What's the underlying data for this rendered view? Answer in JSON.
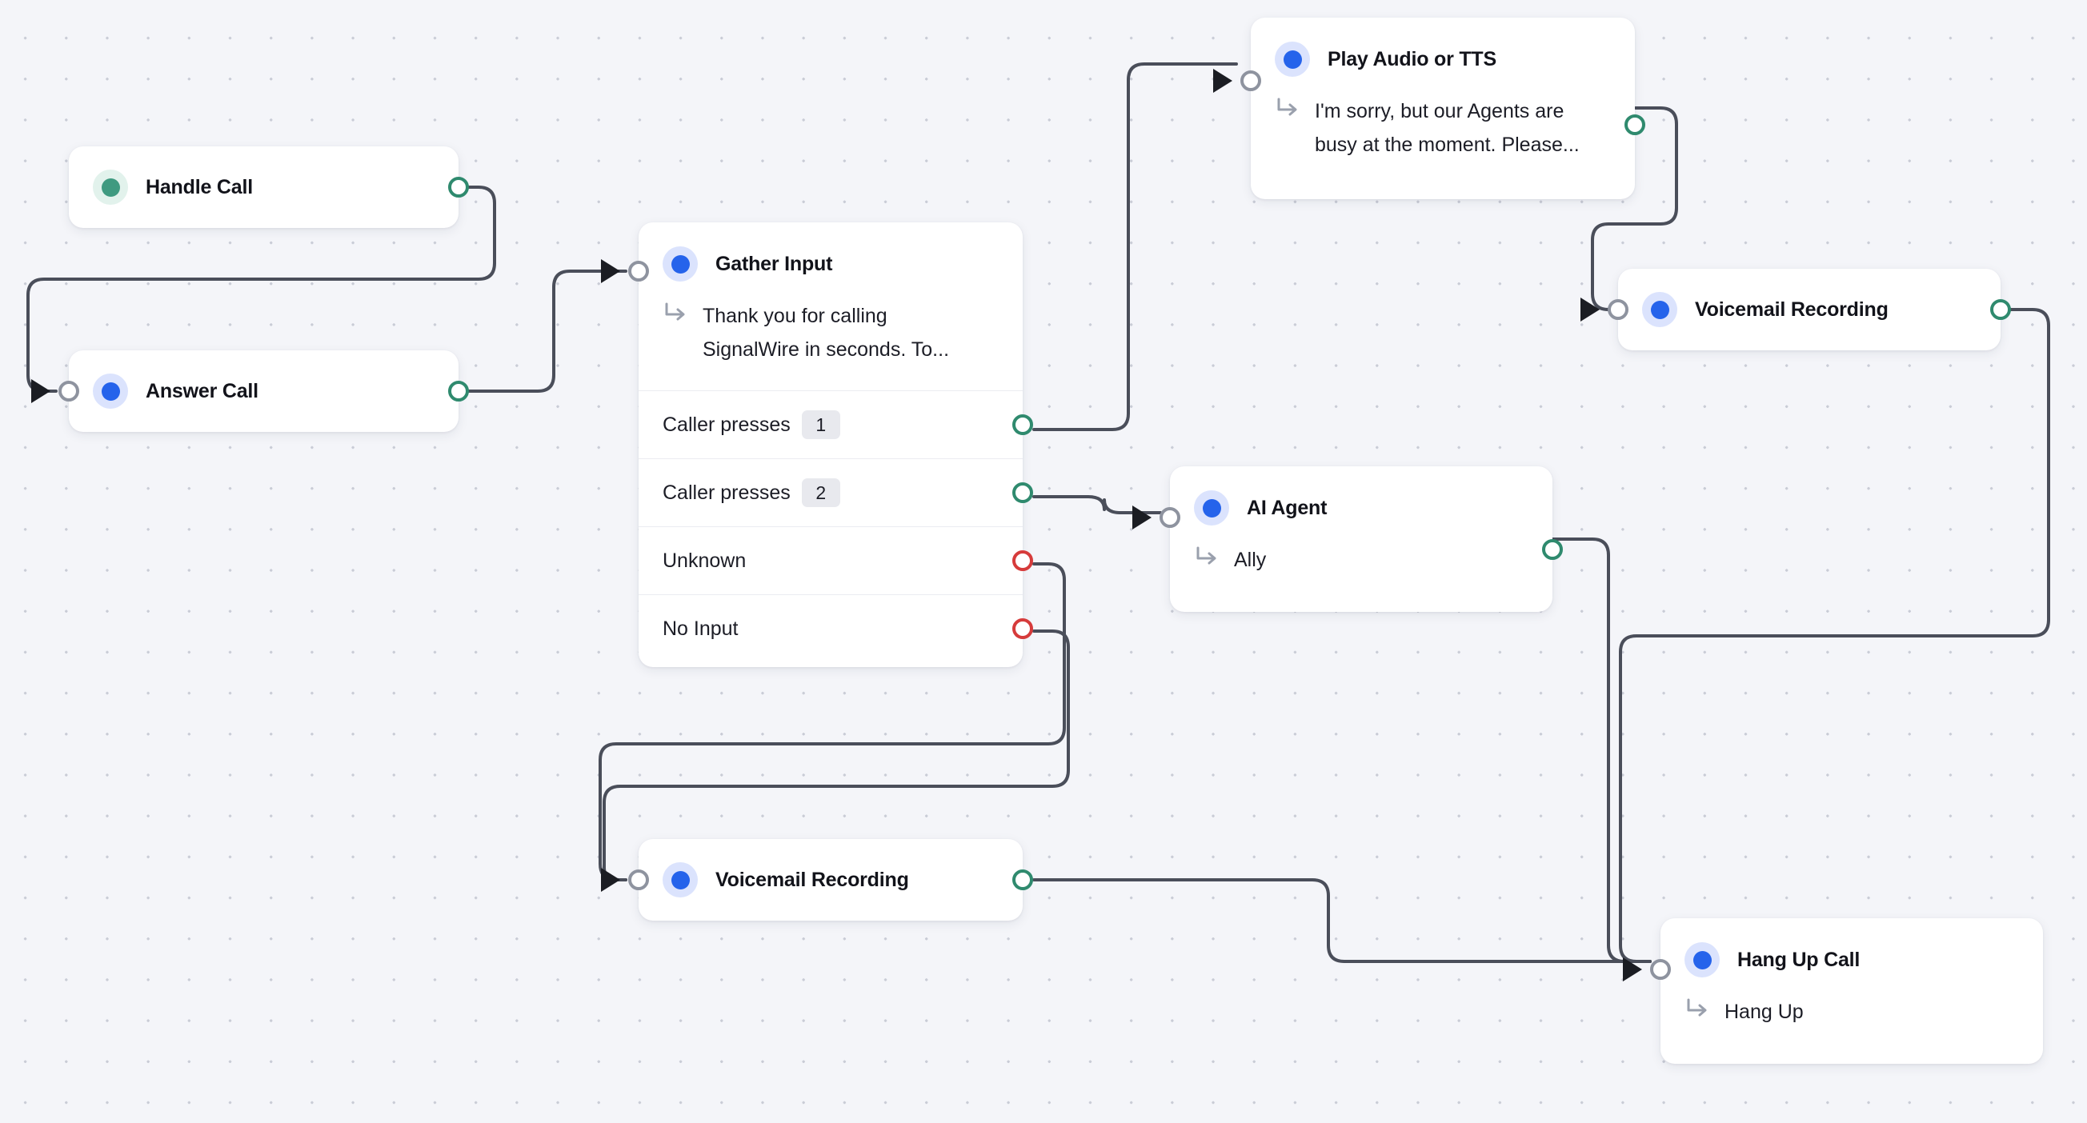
{
  "canvas": {
    "background_color": "#f4f5f9",
    "dot_color": "#c9ccd6",
    "edge_color": "#4a4e5a"
  },
  "colors": {
    "accent_blue": "#2563eb",
    "accent_green": "#3f9a80",
    "port_success": "#2f8a6e",
    "port_error": "#d63b3b",
    "port_input": "#8e939f"
  },
  "nodes": [
    {
      "id": "handle-call",
      "title": "Handle Call",
      "dot": "green",
      "subtitle": null,
      "options": []
    },
    {
      "id": "answer-call",
      "title": "Answer Call",
      "dot": "blue",
      "subtitle": null,
      "options": []
    },
    {
      "id": "gather-input",
      "title": "Gather Input",
      "dot": "blue",
      "subtitle": "Thank you for calling SignalWire in seconds. To...",
      "options": [
        {
          "label": "Caller presses",
          "badge": "1",
          "status": "success"
        },
        {
          "label": "Caller presses",
          "badge": "2",
          "status": "success"
        },
        {
          "label": "Unknown",
          "badge": null,
          "status": "error"
        },
        {
          "label": "No Input",
          "badge": null,
          "status": "error"
        }
      ]
    },
    {
      "id": "play-audio-tts",
      "title": "Play Audio or TTS",
      "dot": "blue",
      "subtitle": "I'm sorry, but our Agents are busy at the moment. Please...",
      "options": []
    },
    {
      "id": "voicemail-recording-top",
      "title": "Voicemail Recording",
      "dot": "blue",
      "subtitle": null,
      "options": []
    },
    {
      "id": "ai-agent",
      "title": "AI Agent",
      "dot": "blue",
      "subtitle": "Ally",
      "options": []
    },
    {
      "id": "voicemail-recording-bottom",
      "title": "Voicemail Recording",
      "dot": "blue",
      "subtitle": null,
      "options": []
    },
    {
      "id": "hang-up-call",
      "title": "Hang Up Call",
      "dot": "blue",
      "subtitle": "Hang Up",
      "options": []
    }
  ],
  "edges": [
    {
      "from": "handle-call",
      "to": "answer-call"
    },
    {
      "from": "answer-call",
      "to": "gather-input"
    },
    {
      "from": "gather-input.caller-presses-1",
      "to": "play-audio-tts"
    },
    {
      "from": "gather-input.caller-presses-2",
      "to": "ai-agent"
    },
    {
      "from": "gather-input.unknown",
      "to": "voicemail-recording-bottom"
    },
    {
      "from": "gather-input.no-input",
      "to": "voicemail-recording-bottom"
    },
    {
      "from": "play-audio-tts",
      "to": "voicemail-recording-top"
    },
    {
      "from": "voicemail-recording-top",
      "to": "hang-up-call"
    },
    {
      "from": "ai-agent",
      "to": "hang-up-call"
    },
    {
      "from": "voicemail-recording-bottom",
      "to": "hang-up-call"
    }
  ]
}
